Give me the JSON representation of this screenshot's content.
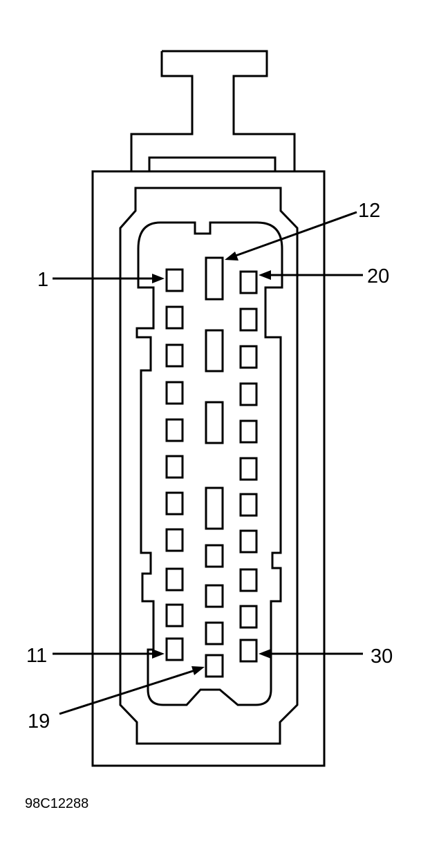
{
  "diagram": {
    "callouts": {
      "pin_1": "1",
      "pin_12": "12",
      "pin_20": "20",
      "pin_11": "11",
      "pin_30": "30",
      "pin_19": "19"
    },
    "figure_code": "98C12288"
  }
}
